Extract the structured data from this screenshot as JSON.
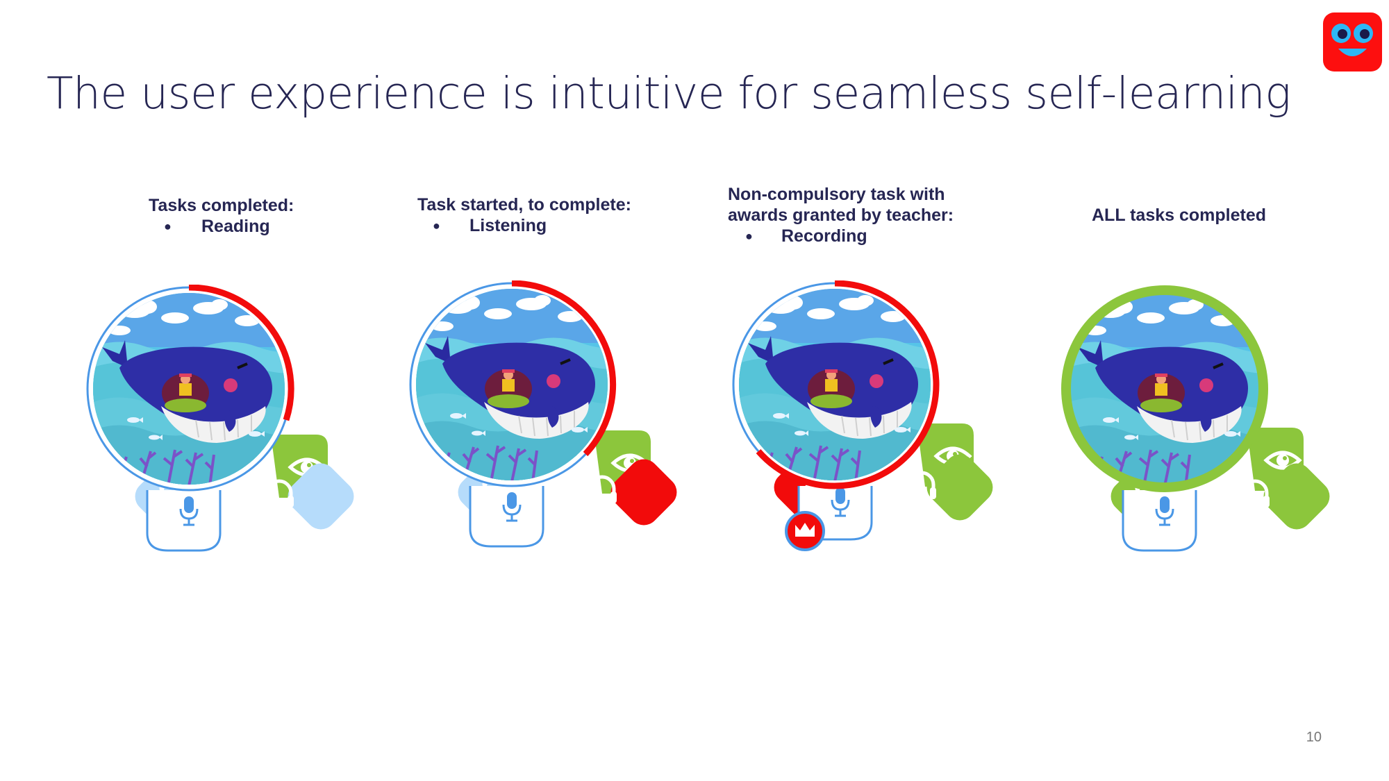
{
  "slide": {
    "title": "The user experience is intuitive for seamless self-learning",
    "page_number": "10"
  },
  "brand": {
    "logo_icon": "smiley-glasses-logo-icon",
    "logo_bg": "#fd0f0f",
    "logo_face": "#2db7f5"
  },
  "colors": {
    "idle_light_blue": "#b6dcfb",
    "outline_blue": "#4a97e6",
    "in_progress_red": "#f20b0b",
    "completed_green": "#8cc63c",
    "text": "#262653"
  },
  "states": [
    {
      "caption_lines": [
        "Tasks completed:"
      ],
      "bullet": "Reading",
      "ring": "partial",
      "tiles": {
        "reading": "green",
        "quiz": "light-blue",
        "listening": "light-blue",
        "recording": "outline"
      },
      "award": false,
      "icons": [
        "eye-icon",
        "question-mark-icon",
        "headphones-icon",
        "microphone-icon"
      ]
    },
    {
      "caption_lines": [
        "Task started, to complete:"
      ],
      "bullet": "Listening",
      "ring": "partial",
      "tiles": {
        "reading": "green",
        "quiz": "light-blue",
        "listening": "red",
        "recording": "outline"
      },
      "award": false,
      "icons": [
        "eye-icon",
        "question-mark-icon",
        "headphones-icon",
        "microphone-icon"
      ]
    },
    {
      "caption_lines": [
        "Non-compulsory task with",
        "awards granted by teacher:"
      ],
      "bullet": "Recording",
      "ring": "partial",
      "tiles": {
        "reading": "green",
        "quiz": "red",
        "listening": "green",
        "recording": "outline"
      },
      "award": true,
      "icons": [
        "eye-icon",
        "question-mark-icon",
        "headphones-icon",
        "microphone-icon",
        "crown-icon"
      ]
    },
    {
      "caption_lines": [
        "ALL tasks completed"
      ],
      "bullet": "",
      "ring": "full",
      "tiles": {
        "reading": "green",
        "quiz": "green",
        "listening": "green",
        "recording": "outline"
      },
      "award": false,
      "icons": [
        "eye-icon",
        "question-mark-icon",
        "headphones-icon",
        "microphone-icon"
      ]
    }
  ]
}
